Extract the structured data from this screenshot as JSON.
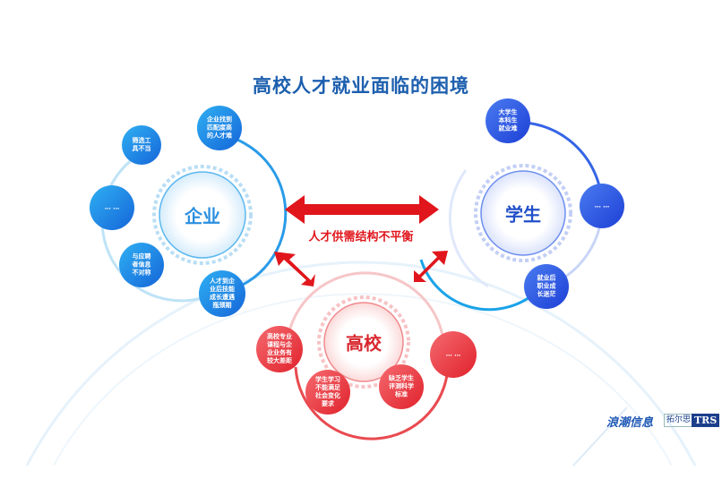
{
  "title": "高校人才就业面临的困境",
  "center_label": "人才供需结构不平衡",
  "colors": {
    "blue": "#1e88e5",
    "indigo": "#2f5ee6",
    "red": "#e8343c",
    "arrow": "#e0161c",
    "title": "#1d5fae"
  },
  "enterprise": {
    "label": "企业",
    "items": [
      "筛选工具不当",
      "企业找到匹配度高的人才难",
      "… …",
      "与应聘者信息不对称",
      "人才到企业后技能成长遭遇瓶颈期"
    ]
  },
  "student": {
    "label": "学生",
    "items": [
      "大学生本科生就业难",
      "… …",
      "就业后职业成长迷茫"
    ]
  },
  "university": {
    "label": "高校",
    "items": [
      "高校专业课程与企业业务有较大差距",
      "学生学习不能满足社会变化要求",
      "缺乏学生评测科学标准",
      "… …"
    ]
  },
  "logos": [
    "浪潮信息",
    "拓尔思",
    "TRS"
  ]
}
